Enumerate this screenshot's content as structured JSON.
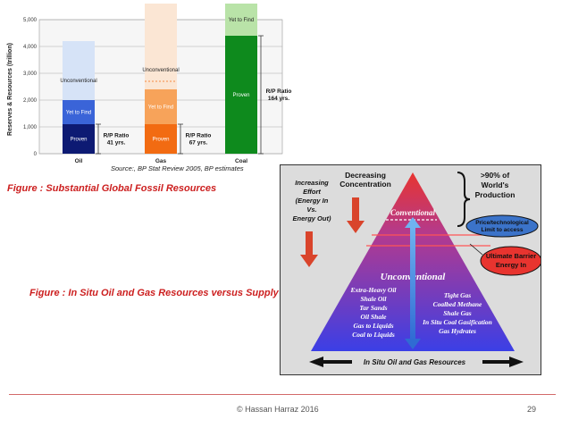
{
  "slide": {
    "caption1": "Figure : Substantial Global Fossil Resources",
    "caption2": "Figure  : In Situ Oil and Gas Resources versus Supply",
    "source": "Source:, BP Stat Review 2005, BP estimates",
    "footer_copyright": "©  Hassan Harraz  2016",
    "page_number": "29"
  },
  "chart_data": [
    {
      "type": "bar",
      "stacked": true,
      "ylabel": "Reserves & Resources (trillion)",
      "ylim": [
        0,
        5000
      ],
      "yticks": [
        "0",
        "1,000",
        "2,000",
        "3,000",
        "4,000",
        "5,000"
      ],
      "grid": true,
      "categories": [
        "Oil",
        "Gas",
        "Coal"
      ],
      "series": [
        {
          "name": "Proven",
          "values": [
            1100,
            1100,
            4400
          ]
        },
        {
          "name": "Yet to Find",
          "values": [
            900,
            1300,
            1200
          ]
        },
        {
          "name": "Unconventional",
          "values": [
            2200,
            3200,
            0
          ]
        }
      ],
      "segment_label_proven": "Proven",
      "segment_label_ytf": "Yet to Find",
      "segment_label_unconv": "Unconventional",
      "rp_labels": [
        {
          "category": "Oil",
          "lines": [
            "R/P Ratio",
            "41 yrs."
          ]
        },
        {
          "category": "Gas",
          "lines": [
            "R/P Ratio",
            "67 yrs."
          ]
        },
        {
          "category": "Coal",
          "lines": [
            "R/P Ratio",
            "164 yrs."
          ]
        }
      ],
      "colors": {
        "oil_proven": "#0d1a73",
        "oil_ytf": "#3a64d8",
        "oil_unconv": "#d6e3f7",
        "gas_proven": "#f26b12",
        "gas_ytf": "#f7a35a",
        "gas_unconv": "#fbe6d4",
        "coal_proven": "#0e8a1d",
        "coal_ytf": "#b9e3a8"
      }
    },
    {
      "type": "diagram",
      "title": "In Situ Oil and Gas Resources",
      "left_label": [
        "Increasing",
        "Effort",
        "(Energy In",
        "Vs.",
        "Energy Out)"
      ],
      "top_label": [
        "Decreasing",
        "Concentration"
      ],
      "apex_label": "Conventional",
      "main_label": "Unconventional",
      "brace_label": [
        ">90% of",
        "World's",
        "Production"
      ],
      "limit_label": [
        "Price/technological",
        "Limit to access"
      ],
      "barrier_label": [
        "Ultimate Barrier",
        "Energy In"
      ],
      "left_list": [
        "Extra-Heavy Oil",
        "Shale Oil",
        "Tar Sands",
        "Oil Shale",
        "Gas to Liquids",
        "Coal to Liquids"
      ],
      "right_list": [
        "Tight Gas",
        "Coalbed Methane",
        "Shale Gas",
        "In Situ Coal Gasification",
        "Gas Hydrates"
      ],
      "colors": {
        "top": "#e8342f",
        "bottom": "#3b3fe6",
        "arrow": "#d9442b",
        "limit_fill": "#3b73c9",
        "barrier_fill": "#e8342f"
      }
    }
  ]
}
